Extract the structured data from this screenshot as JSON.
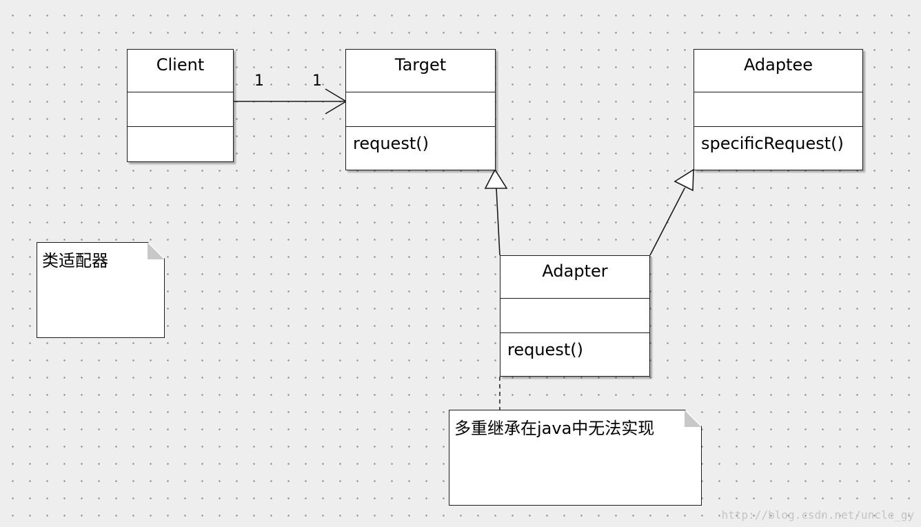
{
  "classes": {
    "client": {
      "name": "Client",
      "operation": ""
    },
    "target": {
      "name": "Target",
      "operation": "request()"
    },
    "adaptee": {
      "name": "Adaptee",
      "operation": "specificRequest()"
    },
    "adapter": {
      "name": "Adapter",
      "operation": "request()"
    }
  },
  "associations": {
    "client_target": {
      "source_multiplicity": "1",
      "target_multiplicity": "1"
    }
  },
  "notes": {
    "class_adapter": "类适配器",
    "multiple_inheritance": "多重继承在java中无法实现"
  },
  "watermark": "http://blog.csdn.net/uncle_gy",
  "colors": {
    "background": "#eeeeee",
    "line": "#1a1a1a",
    "box": "#ffffff",
    "fold": "#c8c8c8"
  }
}
